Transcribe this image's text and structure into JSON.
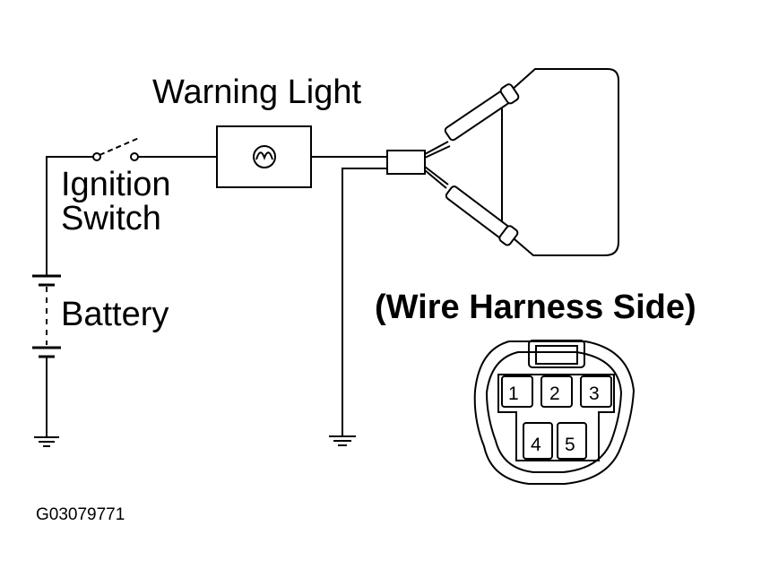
{
  "labels": {
    "warning_light": "Warning Light",
    "ignition_line1": "Ignition",
    "ignition_line2": "Switch",
    "battery": "Battery",
    "harness_side": "(Wire Harness Side)",
    "figure_code": "G03079771"
  },
  "pins": [
    "1",
    "2",
    "3",
    "4",
    "5"
  ],
  "colors": {
    "ink": "#000000",
    "paper": "#ffffff"
  }
}
